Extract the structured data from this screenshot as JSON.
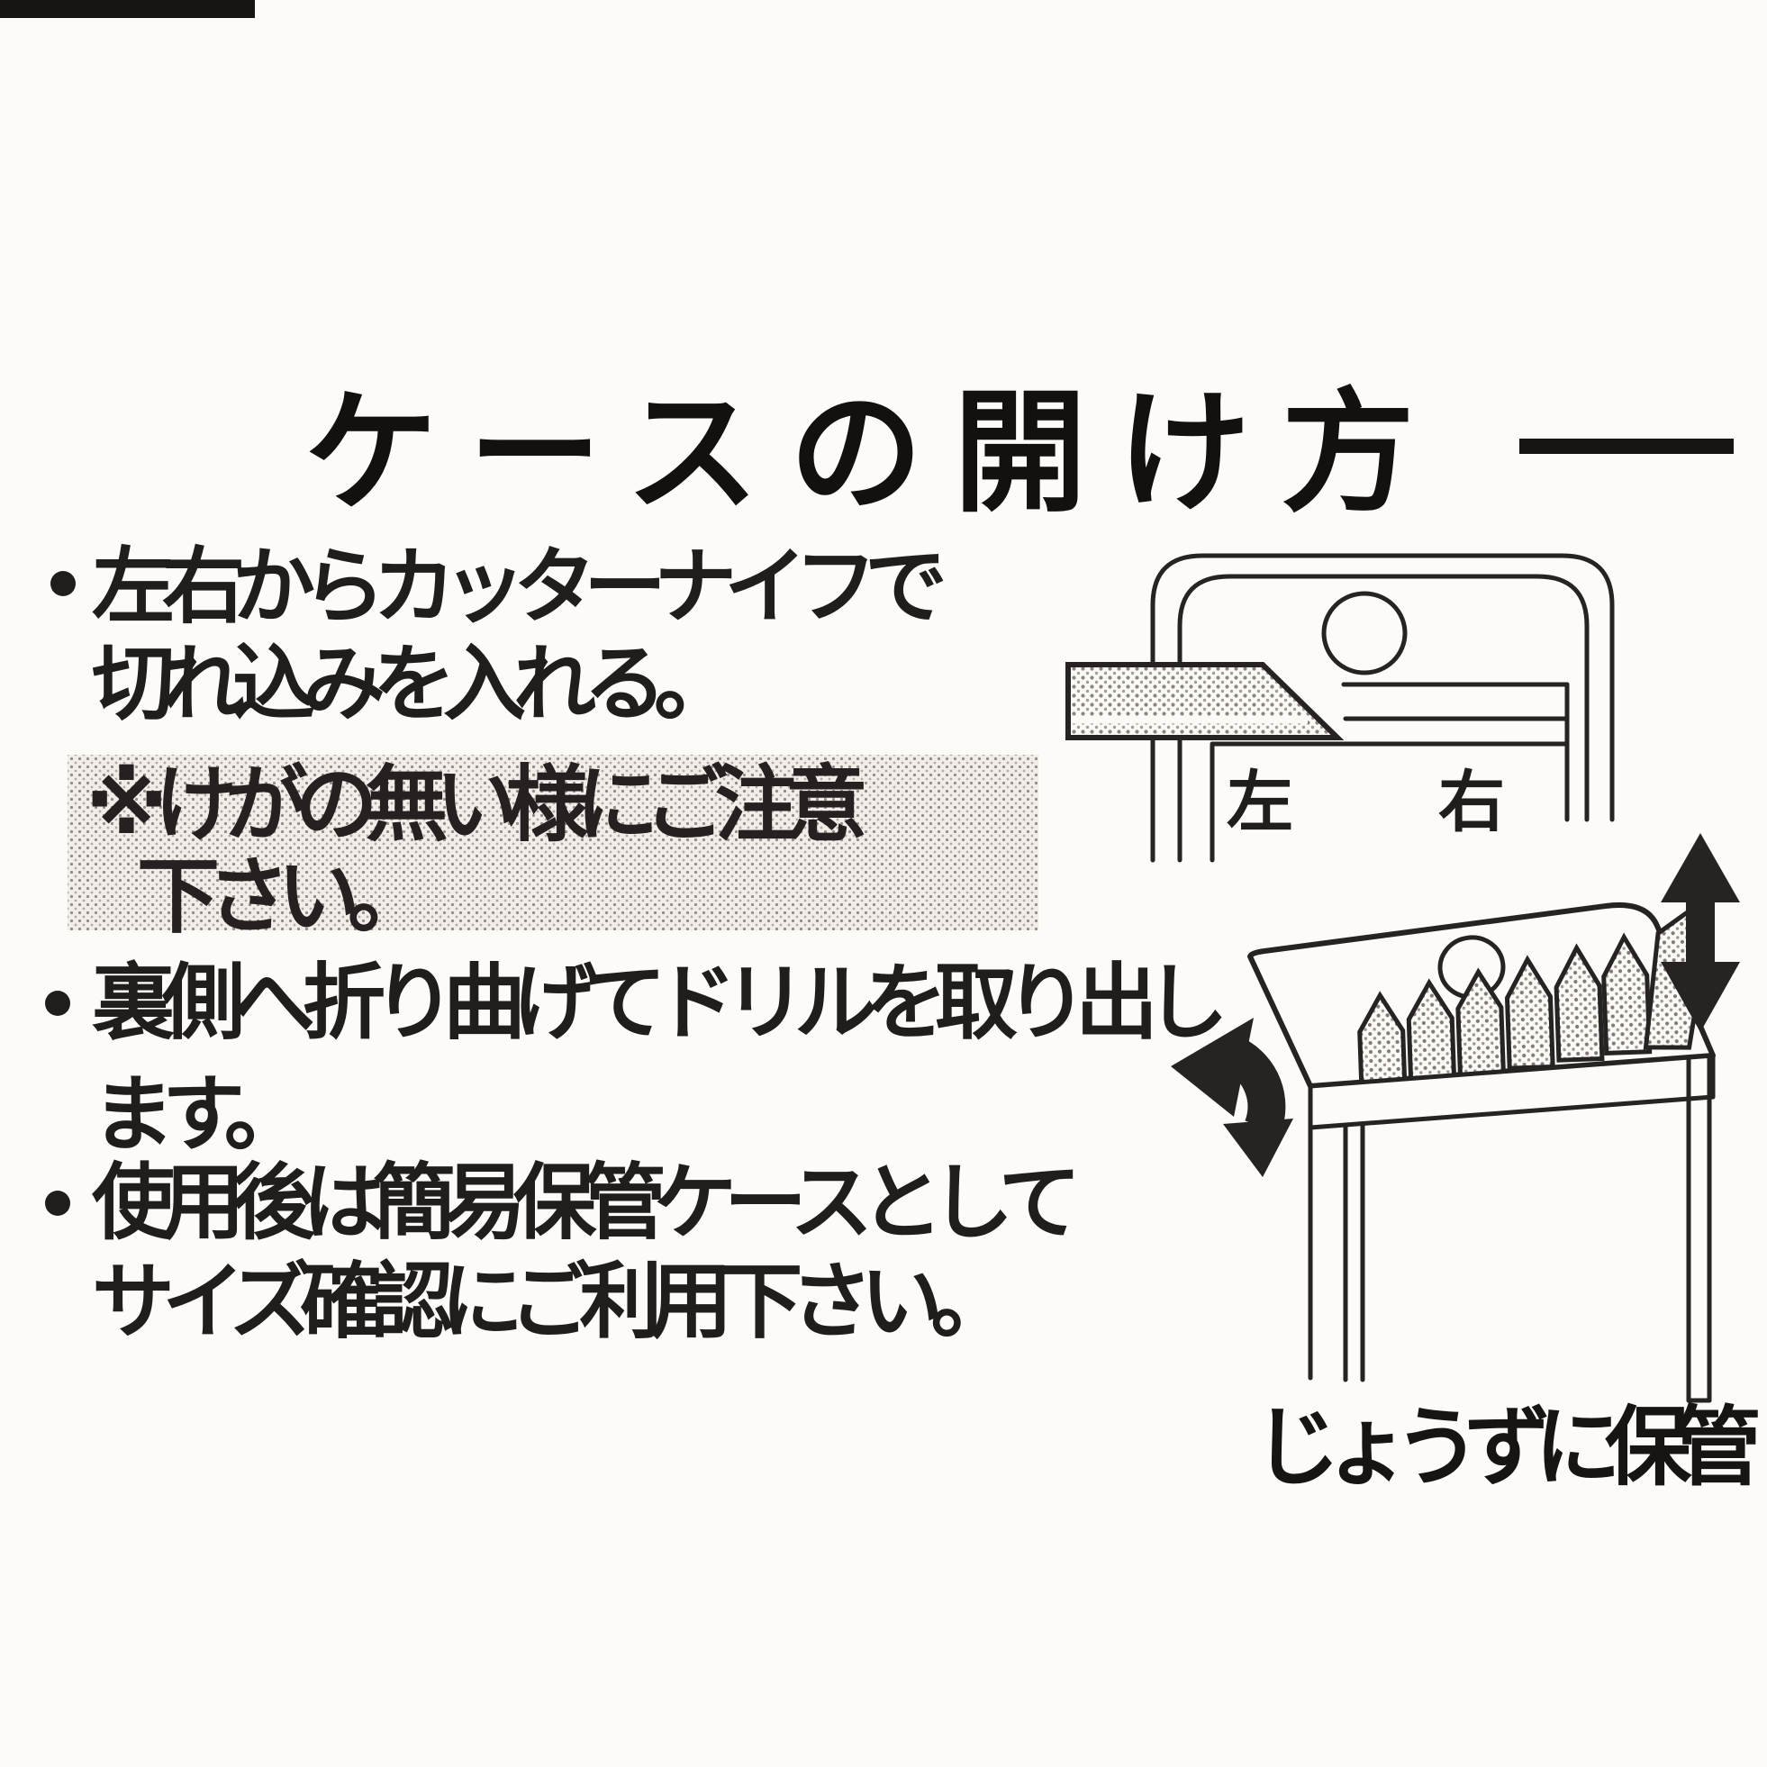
{
  "title": {
    "text": "ケースの開け方"
  },
  "instructions": {
    "bullet1": {
      "line1": "左右からカッターナイフで",
      "line2": "切れ込みを入れる。"
    },
    "note": {
      "line1": "※けがの無い様にご注意",
      "line2": "下さい。"
    },
    "bullet2": {
      "line1": "裏側へ折り曲げてドリルを取り出し",
      "line2": "ます。"
    },
    "bullet3": {
      "line1": "使用後は簡易保管ケースとして",
      "line2": "サイズ確認にご利用下さい。"
    }
  },
  "diagram_cut": {
    "label_left": "左",
    "label_right": "右"
  },
  "diagram_storage": {
    "caption": "じょうずに保管"
  },
  "colors": {
    "ink": "#262322",
    "paper": "#fcfbf8",
    "halftone_dot": "#958c88"
  }
}
